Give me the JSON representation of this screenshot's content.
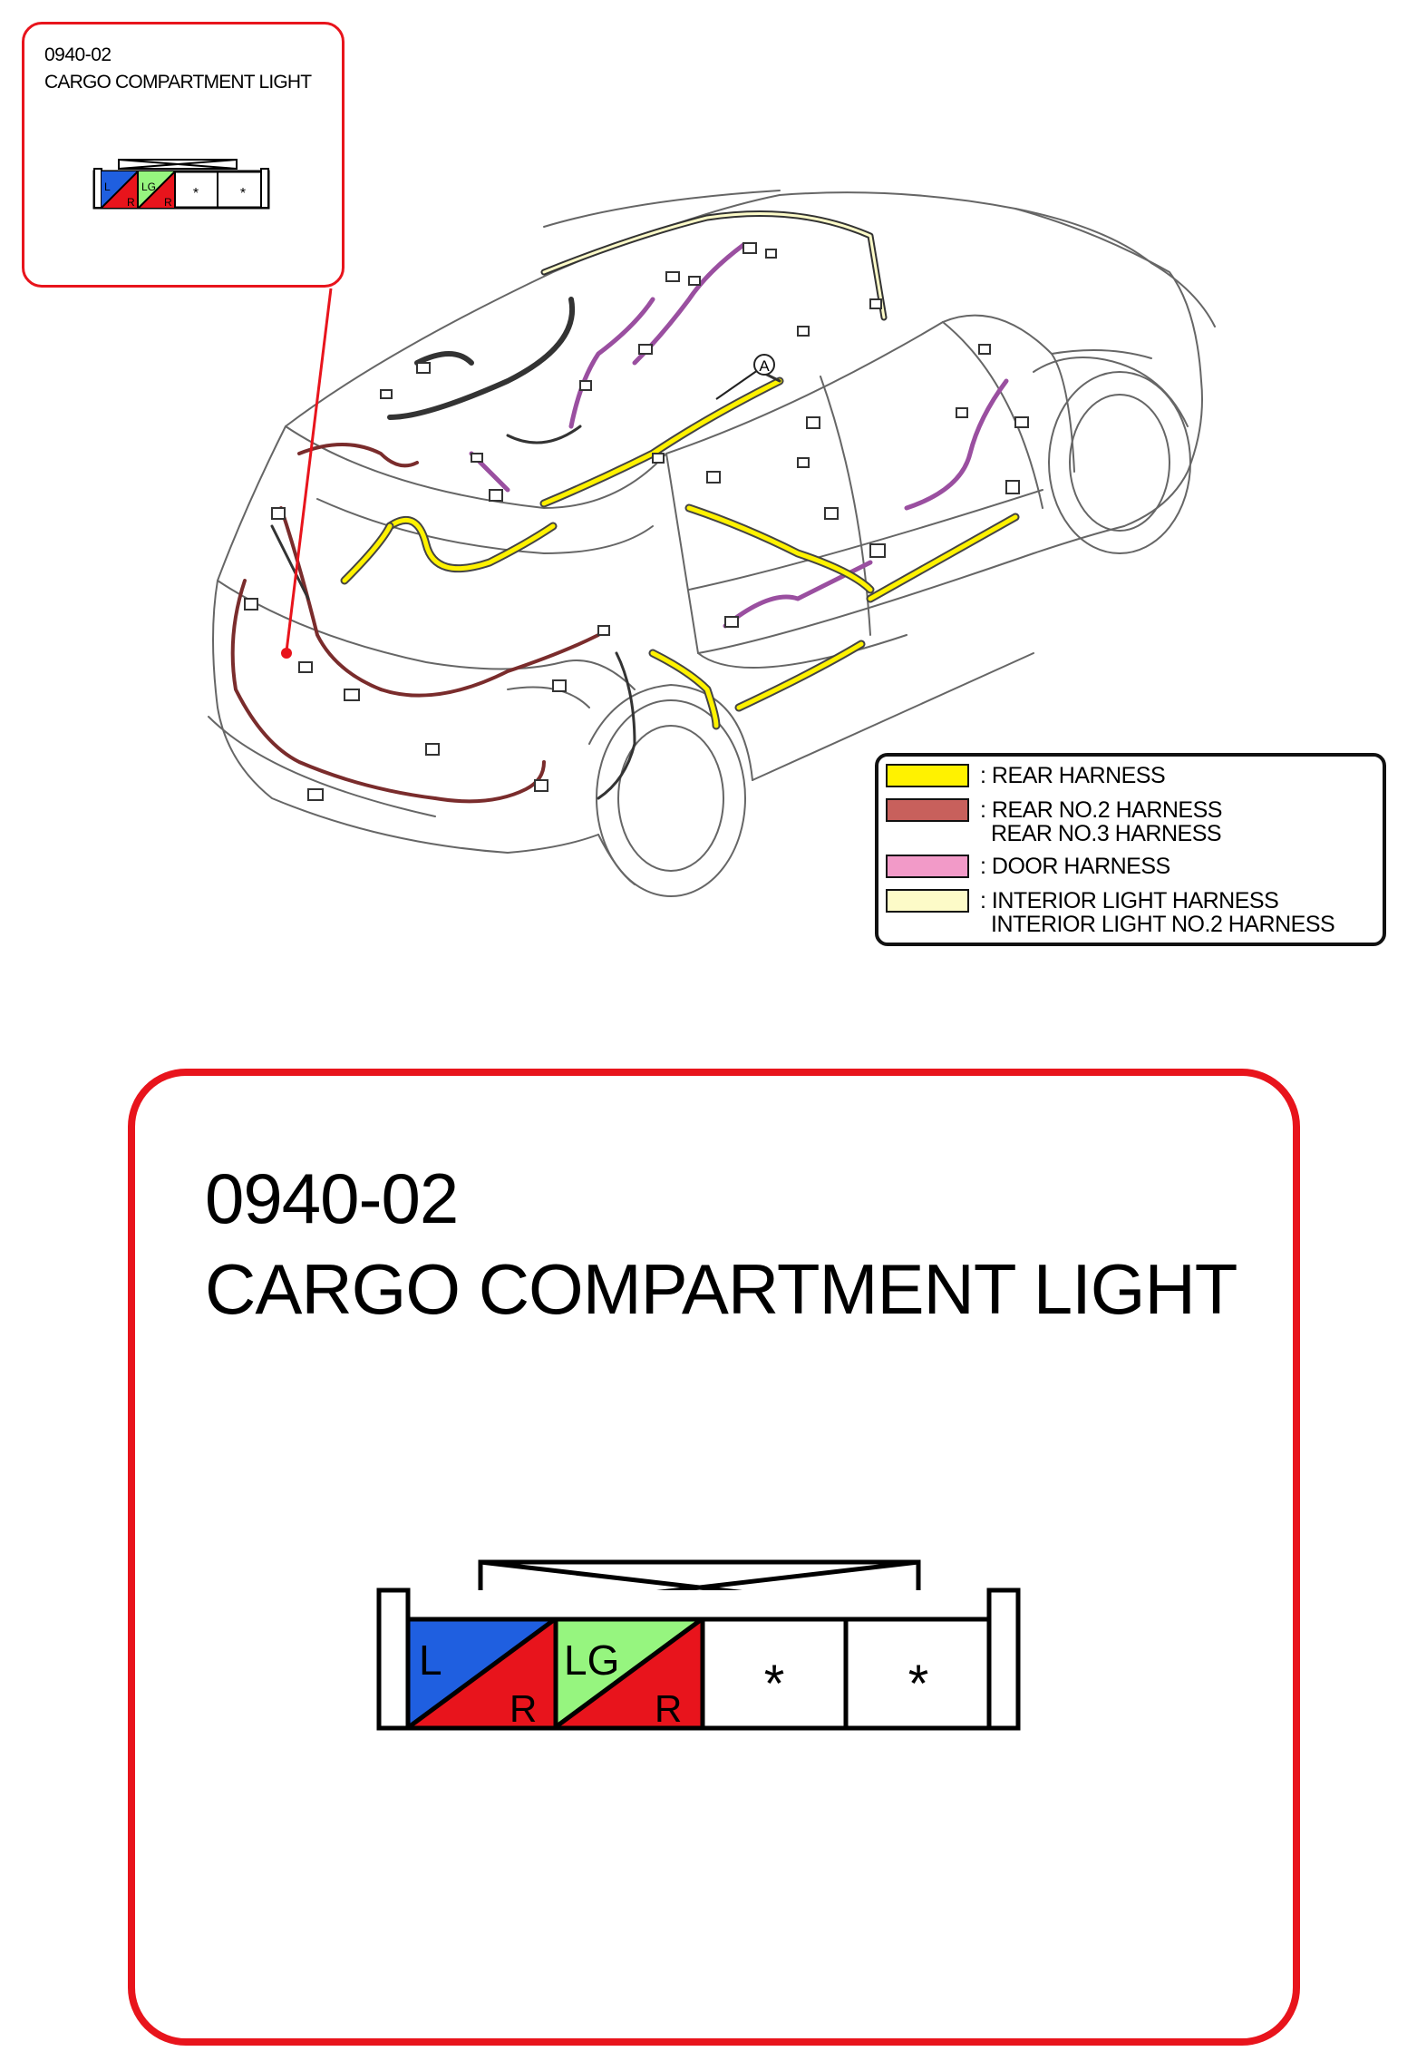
{
  "small_callout": {
    "code": "0940-02",
    "name": "CARGO COMPARTMENT LIGHT"
  },
  "big_callout": {
    "code": "0940-02",
    "name": "CARGO COMPARTMENT LIGHT"
  },
  "connector": {
    "pins": [
      {
        "top_label": "L",
        "bottom_label": "R",
        "top_color": "#1f5fe0",
        "bottom_color": "#e8141c"
      },
      {
        "top_label": "LG",
        "bottom_label": "R",
        "top_color": "#96f57f",
        "bottom_color": "#e8141c"
      },
      {
        "label": "*",
        "color": "#ffffff"
      },
      {
        "label": "*",
        "color": "#ffffff"
      }
    ]
  },
  "point_marker": "A",
  "legend": {
    "items": [
      {
        "color": "#fff200",
        "label_1": ": REAR HARNESS",
        "label_2": ""
      },
      {
        "color": "#c8605c",
        "label_1": ": REAR NO.2 HARNESS",
        "label_2": "REAR NO.3 HARNESS"
      },
      {
        "color": "#f29ac8",
        "label_1": ": DOOR HARNESS",
        "label_2": ""
      },
      {
        "color": "#fdfbc8",
        "label_1": ": INTERIOR LIGHT HARNESS",
        "label_2": "INTERIOR LIGHT NO.2 HARNESS"
      }
    ]
  },
  "colors": {
    "callout_border": "#e8141c",
    "rear_harness": "#fff200",
    "rear_no2_harness": "#7a2c2c",
    "door_harness": "#9a4fa0",
    "interior_light_harness": "#c9b400",
    "car_outline": "#555555"
  }
}
